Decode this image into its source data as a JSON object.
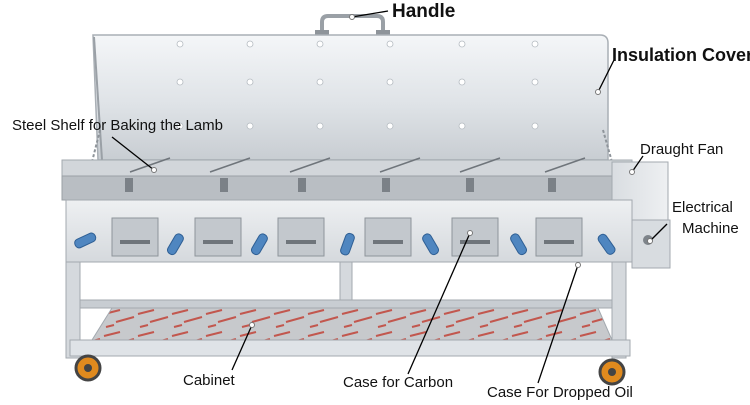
{
  "labels": {
    "handle": "Handle",
    "insulation_cover": "Insulation Cover",
    "steel_shelf": "Steel Shelf for Baking the Lamb",
    "draught_fan": "Draught Fan",
    "electrical_line1": "Electrical",
    "electrical_line2": "Machine",
    "cabinet": "Cabinet",
    "case_carbon": "Case for Carbon",
    "case_oil": "Case For Dropped Oil"
  },
  "colors": {
    "steel_light": "#e6e9ec",
    "steel_mid": "#c9cdd2",
    "steel_dark": "#8e949a",
    "tray_pattern": "#c2574e",
    "knob_blue": "#4f86c0",
    "wheel_orange": "#e08a1e",
    "pointer_line": "#000000"
  },
  "icons": [
    "lid-hole-icon",
    "carbon-drawer-icon",
    "oil-drawer-icon",
    "adjust-knob-icon",
    "caster-wheel-icon"
  ]
}
